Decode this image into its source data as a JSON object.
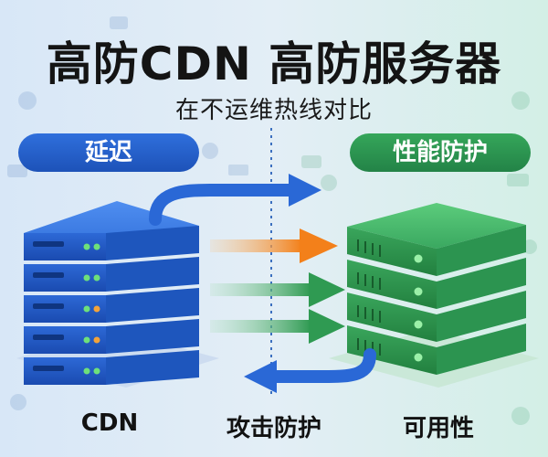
{
  "title": "高防CDN 高防服务器",
  "subtitle": "在不运维热线对比",
  "left": {
    "label": "延迟",
    "bottom_label": "CDN"
  },
  "right": {
    "label": "性能防护",
    "bottom_label": "可用性"
  },
  "center": {
    "bottom_label": "攻击防护"
  },
  "colors": {
    "blue": "#2a64d0",
    "green": "#2f9a55",
    "orange": "#f08a1c",
    "background_left": "#dceaf8",
    "background_right": "#d8f0e8"
  }
}
